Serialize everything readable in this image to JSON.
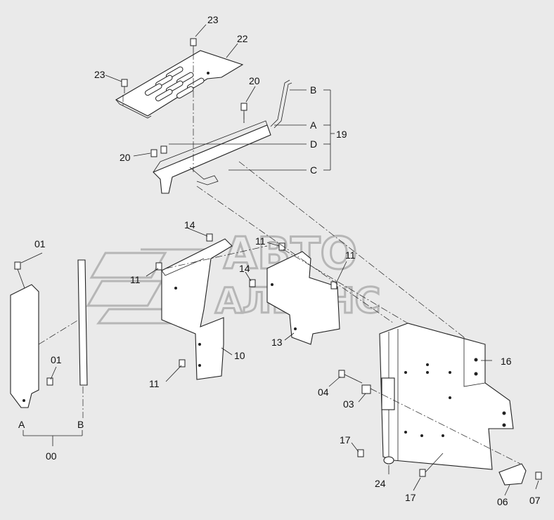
{
  "watermark": {
    "line1": "АВТО",
    "line2": "АЛЬЯНС"
  },
  "callouts": [
    {
      "key": "23a",
      "text": "23"
    },
    {
      "key": "22",
      "text": "22"
    },
    {
      "key": "23b",
      "text": "23"
    },
    {
      "key": "20a",
      "text": "20"
    },
    {
      "key": "B1",
      "text": "B"
    },
    {
      "key": "A1",
      "text": "A"
    },
    {
      "key": "19",
      "text": "19"
    },
    {
      "key": "D1",
      "text": "D"
    },
    {
      "key": "20b",
      "text": "20"
    },
    {
      "key": "C1",
      "text": "C"
    },
    {
      "key": "14a",
      "text": "14"
    },
    {
      "key": "11a",
      "text": "11"
    },
    {
      "key": "01a",
      "text": "01"
    },
    {
      "key": "11b",
      "text": "11"
    },
    {
      "key": "14b",
      "text": "14"
    },
    {
      "key": "11c",
      "text": "11"
    },
    {
      "key": "13",
      "text": "13"
    },
    {
      "key": "10",
      "text": "10"
    },
    {
      "key": "16",
      "text": "16"
    },
    {
      "key": "01b",
      "text": "01"
    },
    {
      "key": "11d",
      "text": "11"
    },
    {
      "key": "04",
      "text": "04"
    },
    {
      "key": "03",
      "text": "03"
    },
    {
      "key": "A2",
      "text": "A"
    },
    {
      "key": "B2",
      "text": "B"
    },
    {
      "key": "00",
      "text": "00"
    },
    {
      "key": "17a",
      "text": "17"
    },
    {
      "key": "24",
      "text": "24"
    },
    {
      "key": "17b",
      "text": "17"
    },
    {
      "key": "06",
      "text": "06"
    },
    {
      "key": "07",
      "text": "07"
    }
  ]
}
